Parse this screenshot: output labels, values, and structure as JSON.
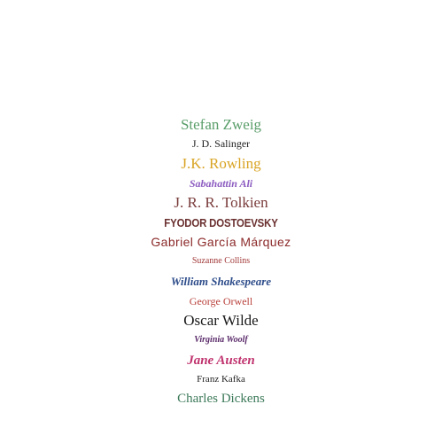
{
  "authors": [
    {
      "name": "Stefan Zweig",
      "color": "#5a9e6a"
    },
    {
      "name": "J. D. Salinger",
      "color": "#222222"
    },
    {
      "name": "J.K. Rowling",
      "color": "#d9a424"
    },
    {
      "name": "Sabahattin Ali",
      "color": "#8c5cc0"
    },
    {
      "name": "J. R. R. Tolkien",
      "color": "#7a3b3b"
    },
    {
      "name": "FYODOR DOSTOEVSKY",
      "color": "#6a2f2f"
    },
    {
      "name": "Gabriel García Márquez",
      "color": "#8c2a2a"
    },
    {
      "name": "Suzanne Collins",
      "color": "#a33a3a"
    },
    {
      "name": "William Shakespeare",
      "color": "#2d4c8a"
    },
    {
      "name": "George Orwell",
      "color": "#b8403a"
    },
    {
      "name": "Oscar Wilde",
      "color": "#1a1a1a"
    },
    {
      "name": "Virginia Woolf",
      "color": "#5a2a6a"
    },
    {
      "name": "Jane Austen",
      "color": "#c0336e"
    },
    {
      "name": "Franz Kafka",
      "color": "#222222"
    },
    {
      "name": "Charles Dickens",
      "color": "#3d7a5a"
    },
    {
      "name": "",
      "color": "#666666"
    }
  ]
}
